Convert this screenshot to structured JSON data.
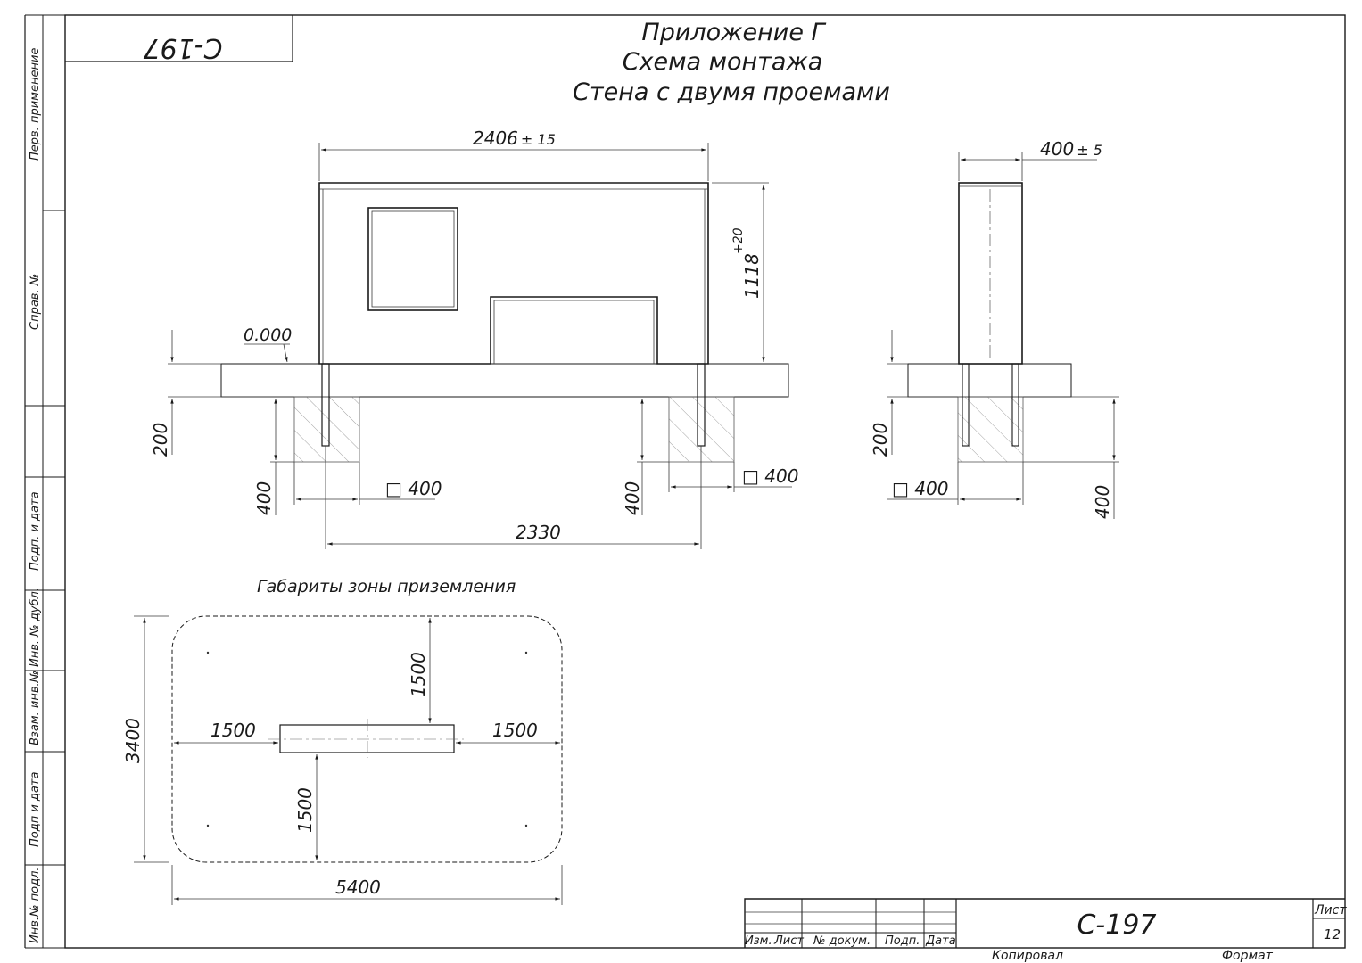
{
  "drawing": {
    "title_lines": [
      "Приложение Г",
      "Схема монтажа",
      "Стена с двумя проемами"
    ],
    "code_corner": "С-197",
    "stamp_code": "С-197",
    "sheet_label": "Лист",
    "sheet_number": "12",
    "stamp_headers": [
      "Изм.",
      "Лист",
      "№ докум.",
      "Подп.",
      "Дата"
    ],
    "copied_label": "Копировал",
    "format_label": "Формат",
    "side_labels": [
      "Перв. примeнение",
      "Справ. №",
      "Подп. и дата",
      "Инв. № дубл.",
      "Взам. инв.№",
      "Подп и дата",
      "Инв.№ подл."
    ],
    "front_view": {
      "width_dim": "2406",
      "width_tol": "± 15",
      "height_dim": "1118",
      "height_tol": "+20",
      "level_mark": "0.000",
      "slab_dim": "200",
      "pad_depth_left": "400",
      "pad_depth_right": "400",
      "pad_size_left": "□ 400",
      "pad_size_right": "□ 400",
      "post_spacing": "2330"
    },
    "side_view": {
      "width_dim": "400",
      "width_tol": "± 5",
      "slab_dim": "200",
      "pad_size": "□ 400",
      "pad_depth": "400"
    },
    "landing_zone": {
      "caption": "Габариты зоны приземления",
      "width": "5400",
      "height": "3400",
      "left": "1500",
      "right": "1500",
      "top": "1500",
      "bottom": "1500"
    }
  }
}
